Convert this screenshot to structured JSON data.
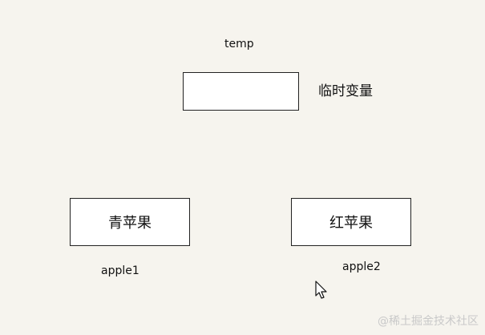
{
  "labels": {
    "temp": "temp",
    "apple1": "apple1",
    "apple2": "apple2"
  },
  "boxes": {
    "temp_box": "",
    "green_apple_box": "青苹果",
    "red_apple_box": "红苹果"
  },
  "annotation": {
    "temp_variable_note": "临时变量"
  },
  "watermark": {
    "text": "@稀土掘金技术社区"
  },
  "icons": {
    "cursor": "mouse-pointer-icon"
  }
}
